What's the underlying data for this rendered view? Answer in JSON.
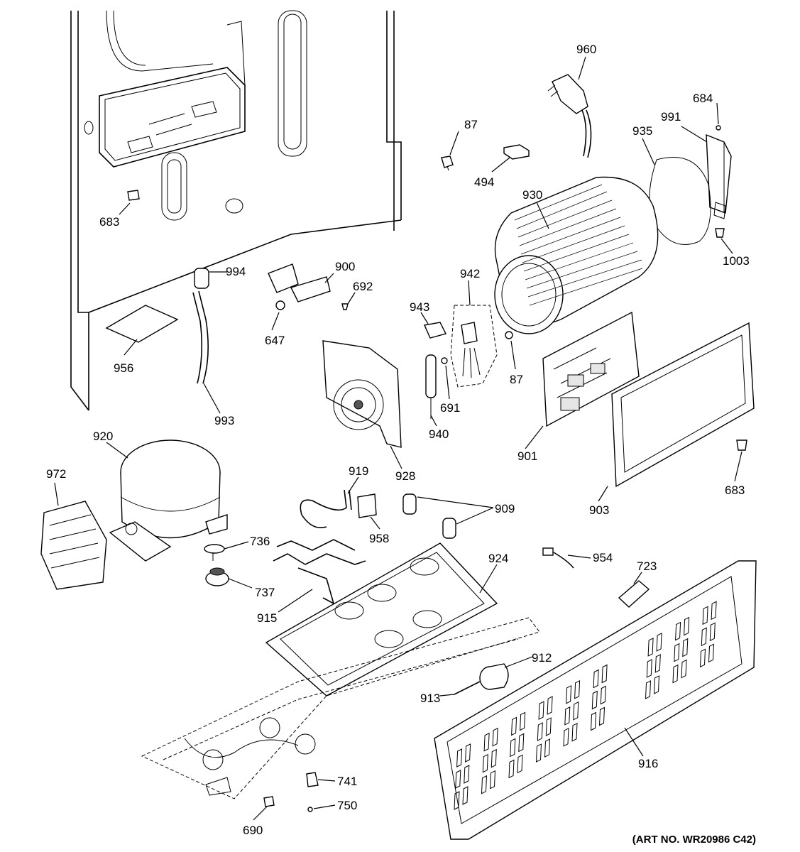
{
  "diagram": {
    "art_number": "(ART NO. WR20986 C42)",
    "labels": [
      {
        "id": "960",
        "text": "960"
      },
      {
        "id": "684",
        "text": "684"
      },
      {
        "id": "991",
        "text": "991"
      },
      {
        "id": "935",
        "text": "935"
      },
      {
        "id": "87a",
        "text": "87"
      },
      {
        "id": "494",
        "text": "494"
      },
      {
        "id": "930",
        "text": "930"
      },
      {
        "id": "1003",
        "text": "1003"
      },
      {
        "id": "683a",
        "text": "683"
      },
      {
        "id": "994",
        "text": "994"
      },
      {
        "id": "900",
        "text": "900"
      },
      {
        "id": "692",
        "text": "692"
      },
      {
        "id": "942",
        "text": "942"
      },
      {
        "id": "943",
        "text": "943"
      },
      {
        "id": "647",
        "text": "647"
      },
      {
        "id": "87b",
        "text": "87"
      },
      {
        "id": "956",
        "text": "956"
      },
      {
        "id": "691",
        "text": "691"
      },
      {
        "id": "993",
        "text": "993"
      },
      {
        "id": "940",
        "text": "940"
      },
      {
        "id": "901",
        "text": "901"
      },
      {
        "id": "920",
        "text": "920"
      },
      {
        "id": "928",
        "text": "928"
      },
      {
        "id": "683b",
        "text": "683"
      },
      {
        "id": "972",
        "text": "972"
      },
      {
        "id": "919",
        "text": "919"
      },
      {
        "id": "903",
        "text": "903"
      },
      {
        "id": "909",
        "text": "909"
      },
      {
        "id": "958",
        "text": "958"
      },
      {
        "id": "736",
        "text": "736"
      },
      {
        "id": "954",
        "text": "954"
      },
      {
        "id": "924",
        "text": "924"
      },
      {
        "id": "723",
        "text": "723"
      },
      {
        "id": "737",
        "text": "737"
      },
      {
        "id": "915",
        "text": "915"
      },
      {
        "id": "912",
        "text": "912"
      },
      {
        "id": "913",
        "text": "913"
      },
      {
        "id": "916",
        "text": "916"
      },
      {
        "id": "741",
        "text": "741"
      },
      {
        "id": "750",
        "text": "750"
      },
      {
        "id": "690",
        "text": "690"
      }
    ]
  }
}
